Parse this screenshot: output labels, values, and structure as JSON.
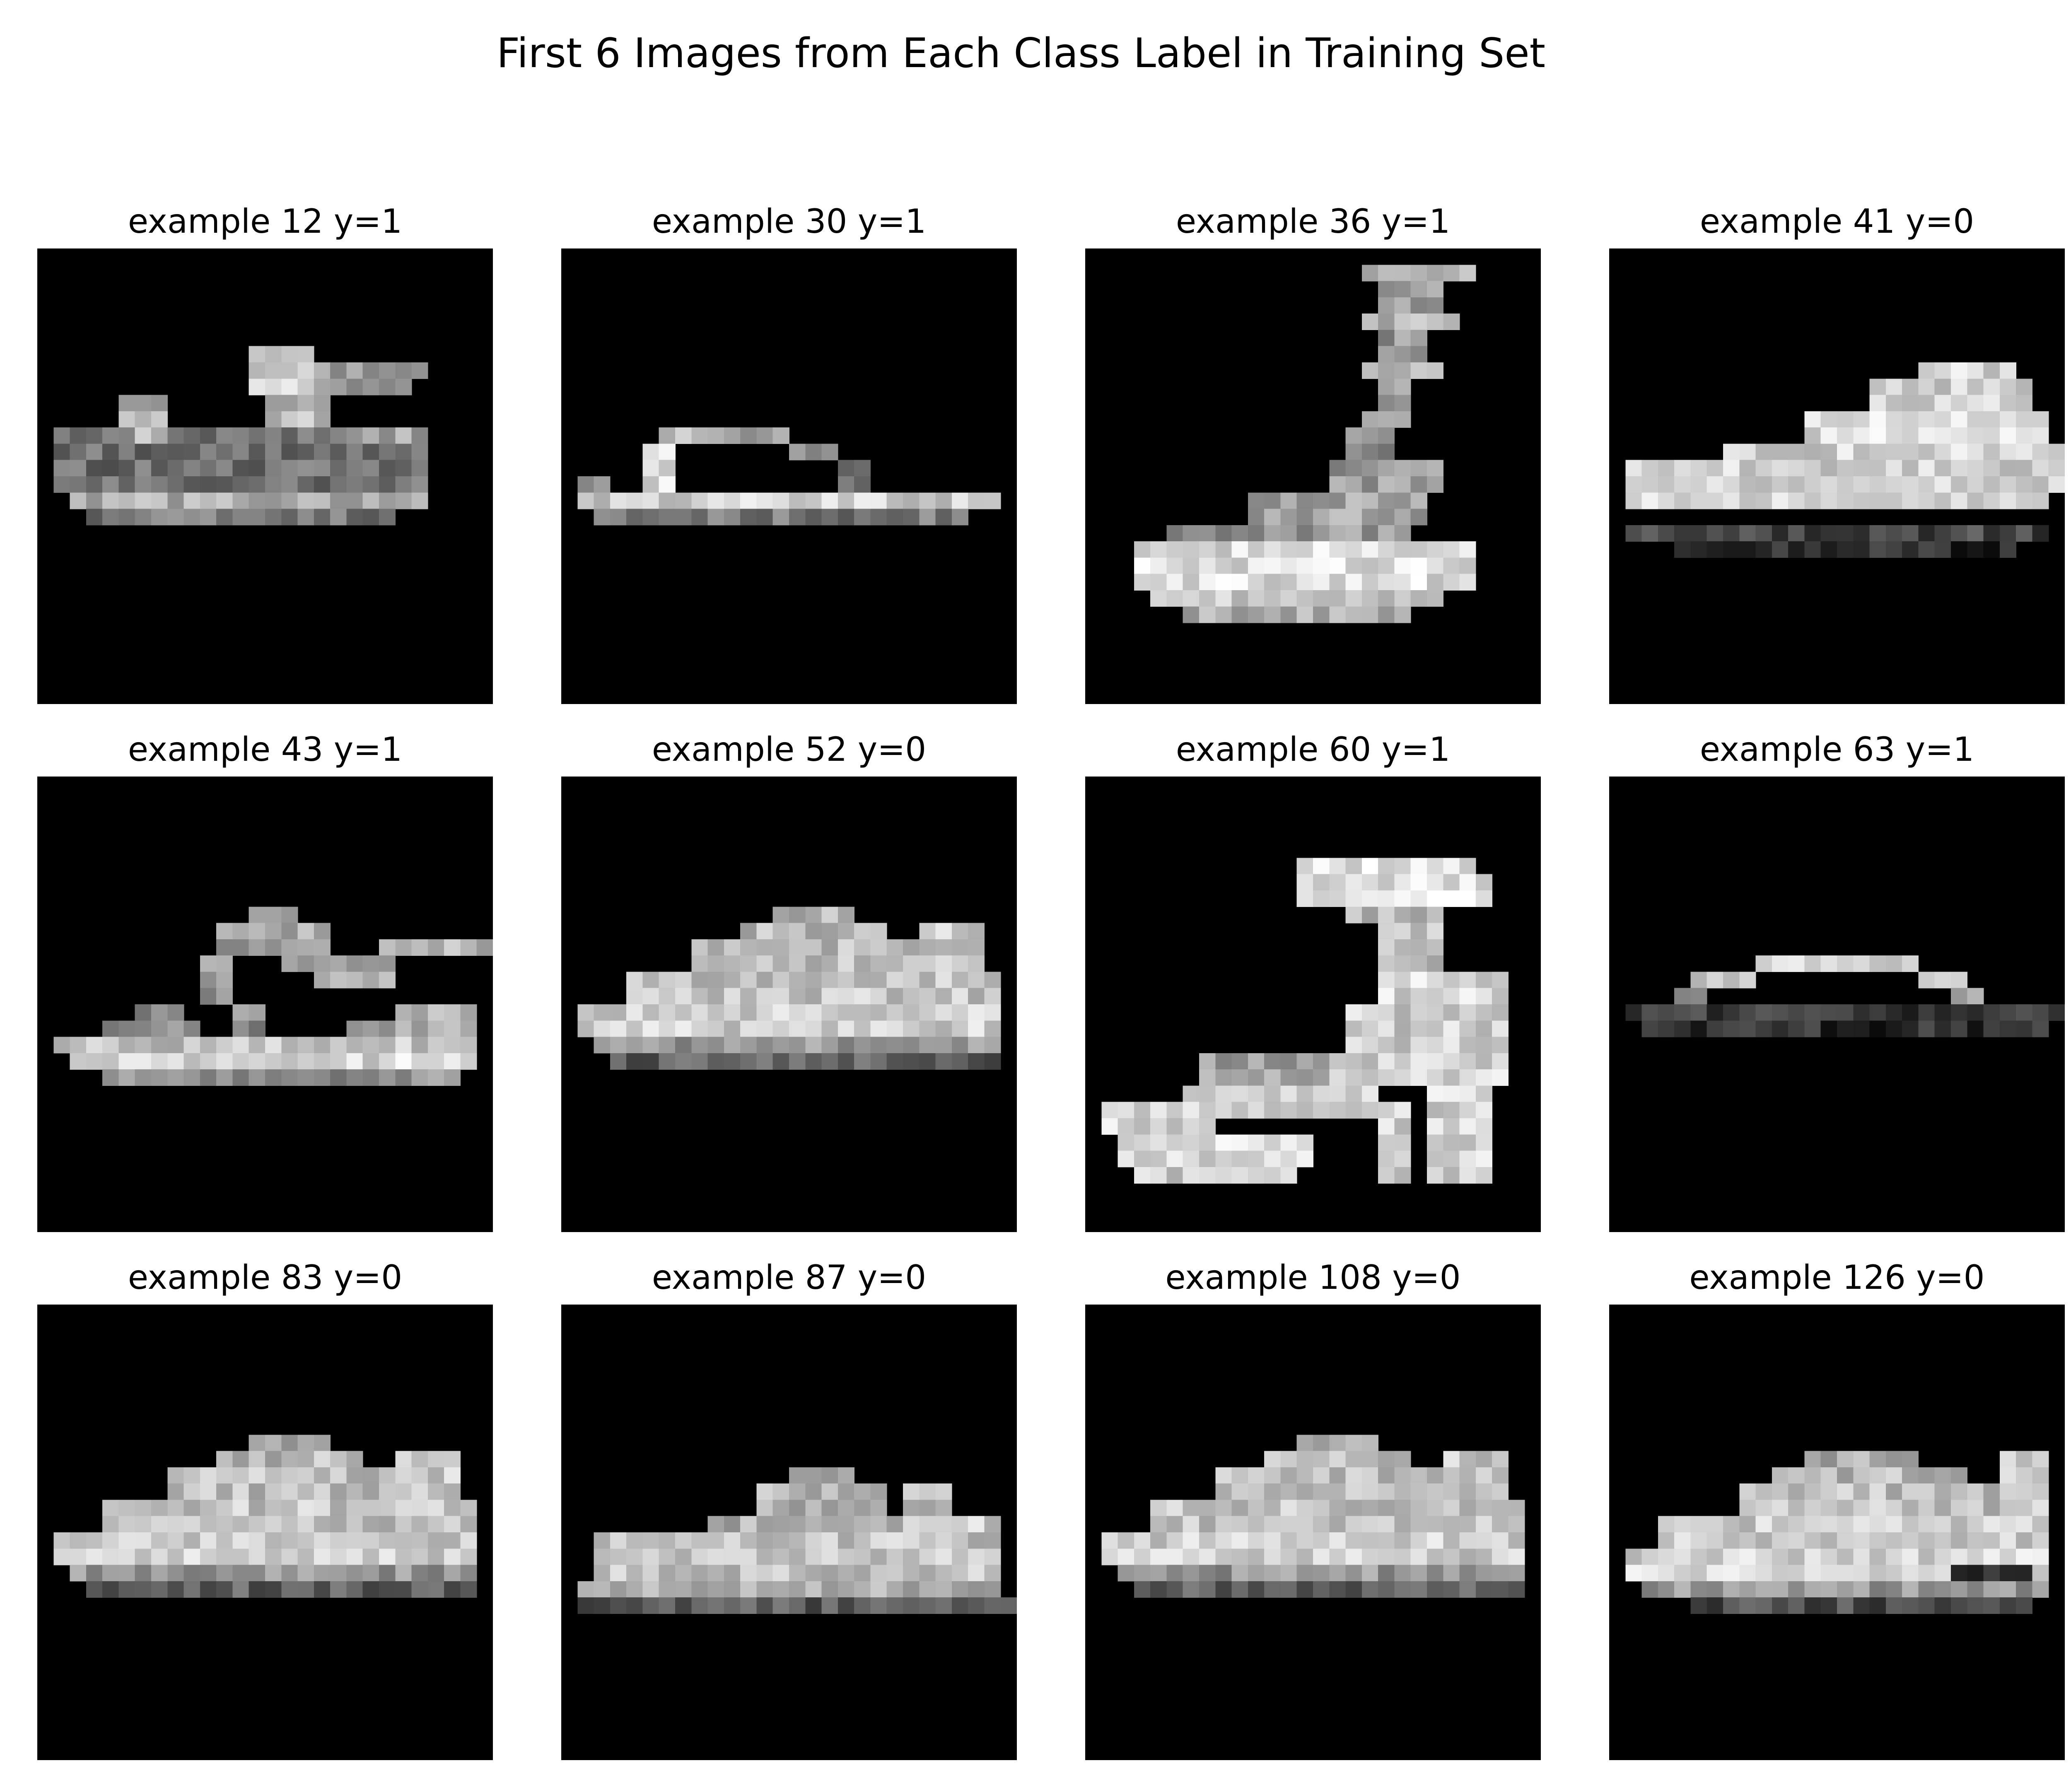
{
  "title": "First 6 Images from Each Class Label in Training Set",
  "panels": [
    {
      "label": "example 12 y=1",
      "shape": "sandal_wedge"
    },
    {
      "label": "example 30 y=1",
      "shape": "flipflop"
    },
    {
      "label": "example 36 y=1",
      "shape": "sandal_laceup"
    },
    {
      "label": "example 41 y=0",
      "shape": "slipon"
    },
    {
      "label": "example 43 y=1",
      "shape": "sandal_strappy"
    },
    {
      "label": "example 52 y=0",
      "shape": "sneaker_low"
    },
    {
      "label": "example 60 y=1",
      "shape": "sandal_heel"
    },
    {
      "label": "example 63 y=1",
      "shape": "slide"
    },
    {
      "label": "example 83 y=0",
      "shape": "sneaker_low"
    },
    {
      "label": "example 87 y=0",
      "shape": "sneaker_dark"
    },
    {
      "label": "example 108 y=0",
      "shape": "sneaker_low"
    },
    {
      "label": "example 126 y=0",
      "shape": "sneaker_detail"
    }
  ]
}
